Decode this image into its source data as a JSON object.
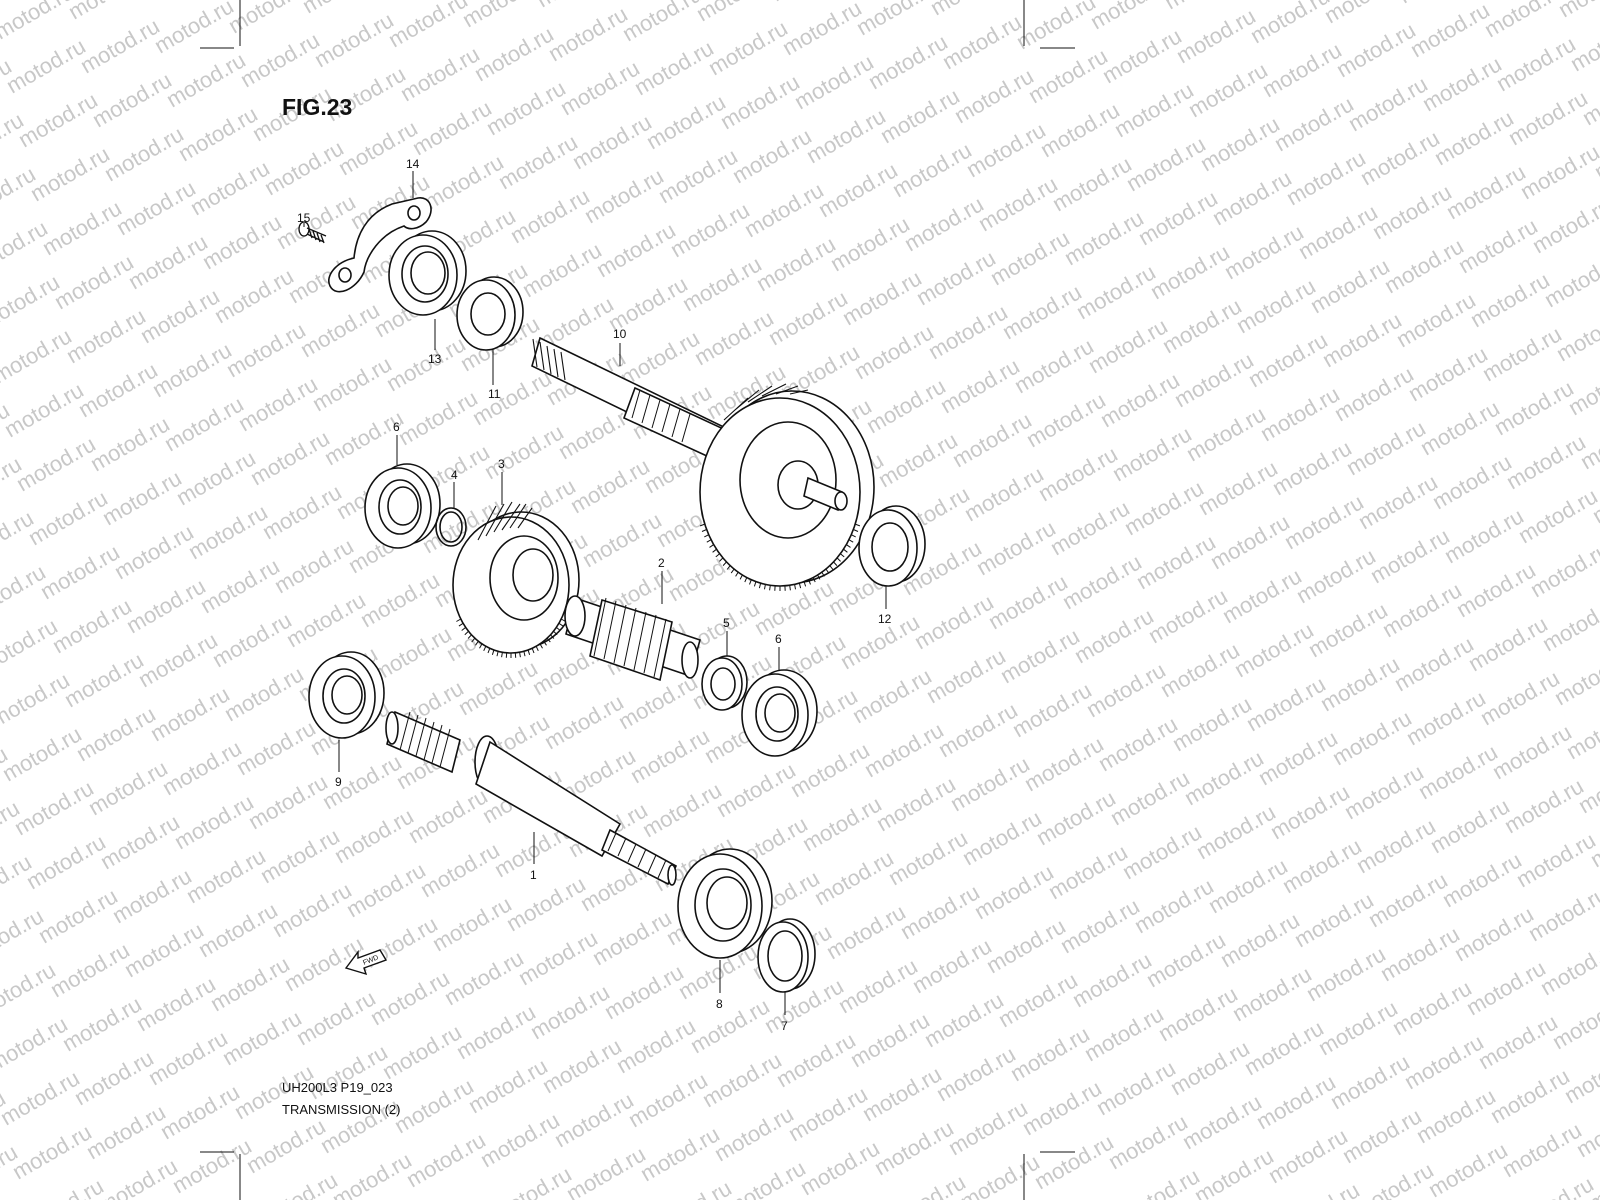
{
  "figure": {
    "title": "FIG.23"
  },
  "footer": {
    "code": "UH200L3 P19_023",
    "name": "TRANSMISSION (2)"
  },
  "watermark": {
    "text": "motod.ru",
    "color": "#c8c8c8"
  },
  "fwd_arrow": {
    "label": "FWD"
  },
  "callouts": [
    {
      "id": "1",
      "label": "1"
    },
    {
      "id": "2",
      "label": "2"
    },
    {
      "id": "3",
      "label": "3"
    },
    {
      "id": "4",
      "label": "4"
    },
    {
      "id": "5",
      "label": "5"
    },
    {
      "id": "6a",
      "label": "6"
    },
    {
      "id": "6b",
      "label": "6"
    },
    {
      "id": "7",
      "label": "7"
    },
    {
      "id": "8",
      "label": "8"
    },
    {
      "id": "9",
      "label": "9"
    },
    {
      "id": "10",
      "label": "10"
    },
    {
      "id": "11",
      "label": "11"
    },
    {
      "id": "12",
      "label": "12"
    },
    {
      "id": "13",
      "label": "13"
    },
    {
      "id": "14",
      "label": "14"
    },
    {
      "id": "15",
      "label": "15"
    }
  ]
}
